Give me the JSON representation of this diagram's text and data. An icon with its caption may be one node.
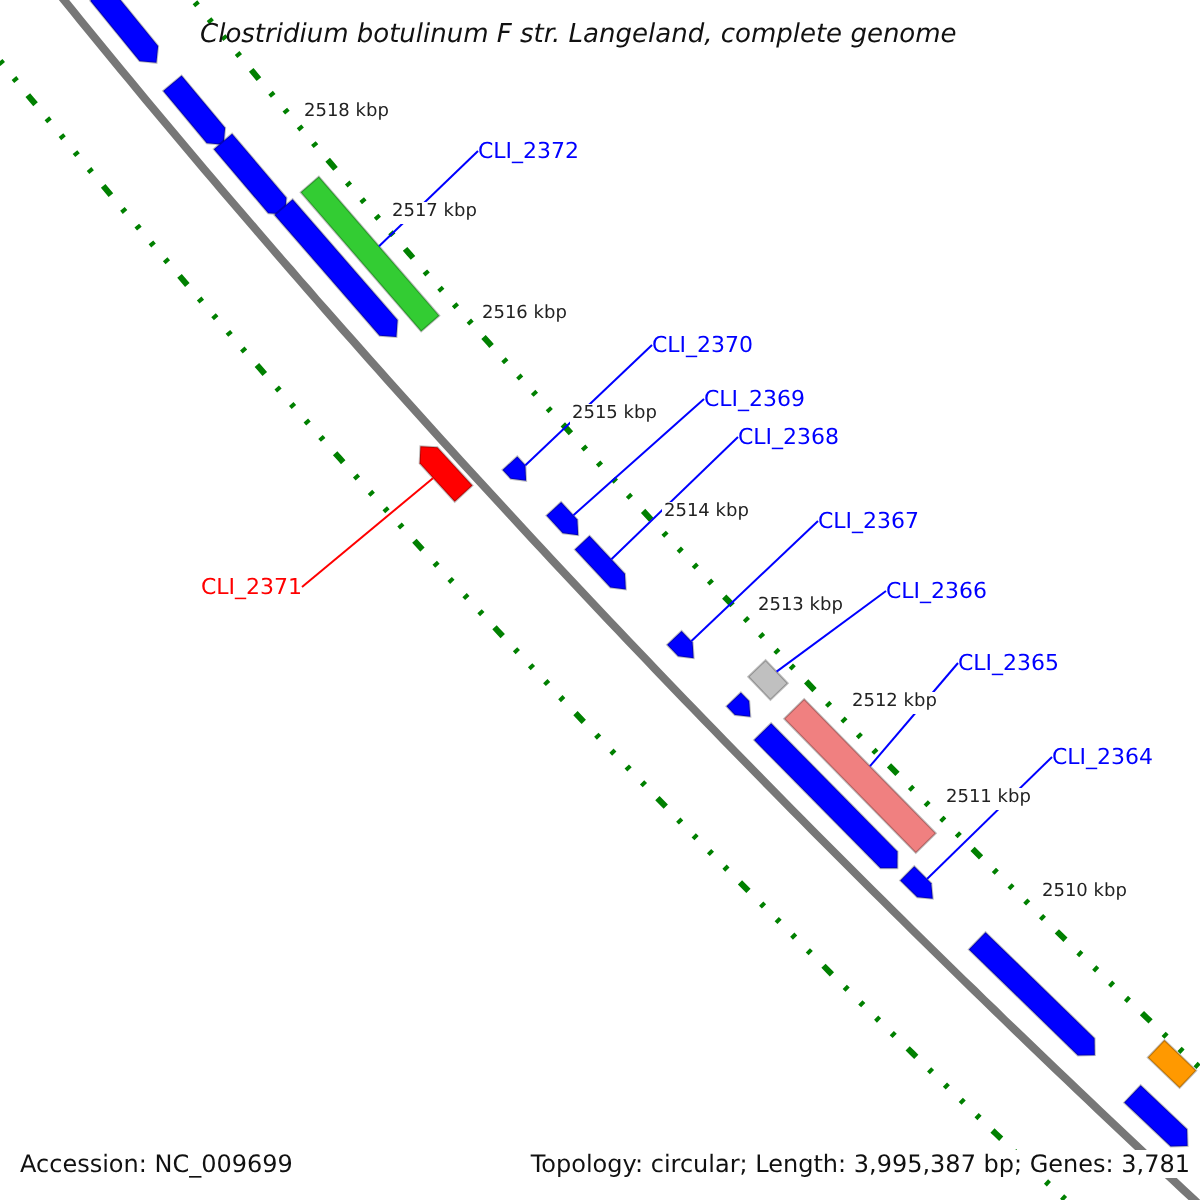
{
  "diagram": {
    "title": "Clostridium botulinum F str. Langeland, complete genome",
    "nodes": [
      {
        "text": [
          "CLI_2372"
        ]
      },
      {
        "text": [
          "CLI_2370"
        ]
      },
      {
        "text": [
          "CLI_2369"
        ]
      },
      {
        "text": [
          "CLI_2368"
        ]
      },
      {
        "text": [
          "CLI_2371"
        ]
      },
      {
        "text": [
          "CLI_2367"
        ]
      },
      {
        "text": [
          "CLI_2366"
        ]
      },
      {
        "text": [
          "CLI_2365"
        ]
      },
      {
        "text": [
          "CLI_2364"
        ]
      },
      {
        "text": [],
        "shape": "arrow"
      },
      {
        "text": [],
        "shape": "arrow"
      },
      {
        "text": [],
        "shape": "arrow"
      },
      {
        "text": [],
        "shape": "bar"
      },
      {
        "text": [],
        "shape": "arrow"
      },
      {
        "text": [],
        "shape": "arrow"
      },
      {
        "text": [],
        "shape": "arrow"
      },
      {
        "text": [],
        "shape": "arrow"
      },
      {
        "text": [],
        "shape": "arrow"
      },
      {
        "text": [],
        "shape": "arrow"
      },
      {
        "text": [],
        "shape": "bar"
      },
      {
        "text": [],
        "shape": "arrow"
      },
      {
        "text": [],
        "shape": "bar"
      },
      {
        "text": [],
        "shape": "arrow"
      },
      {
        "text": [],
        "shape": "arrow"
      },
      {
        "text": [],
        "shape": "arrow"
      },
      {
        "text": [],
        "shape": "bar"
      },
      {
        "text": [],
        "shape": "arrow"
      }
    ],
    "edges": [
      {
        "from": 0,
        "to": 12,
        "arrow": "none"
      },
      {
        "from": 1,
        "to": 15,
        "arrow": "none"
      },
      {
        "from": 2,
        "to": 16,
        "arrow": "none"
      },
      {
        "from": 3,
        "to": 17,
        "arrow": "none"
      },
      {
        "from": 4,
        "to": 14,
        "arrow": "none",
        "color": "#ff0000"
      },
      {
        "from": 5,
        "to": 18,
        "arrow": "none"
      },
      {
        "from": 6,
        "to": 19,
        "arrow": "none"
      },
      {
        "from": 7,
        "to": 21,
        "arrow": "none"
      },
      {
        "from": 8,
        "to": 23,
        "arrow": "none"
      }
    ],
    "labels": [
      "2518 kbp",
      "2517 kbp",
      "2516 kbp",
      "2515 kbp",
      "2514 kbp",
      "2513 kbp",
      "2512 kbp",
      "2511 kbp",
      "2510 kbp",
      "Accession: NC_009699",
      "Topology: circular; Length: 3,995,387 bp; Genes: 3,781"
    ]
  }
}
